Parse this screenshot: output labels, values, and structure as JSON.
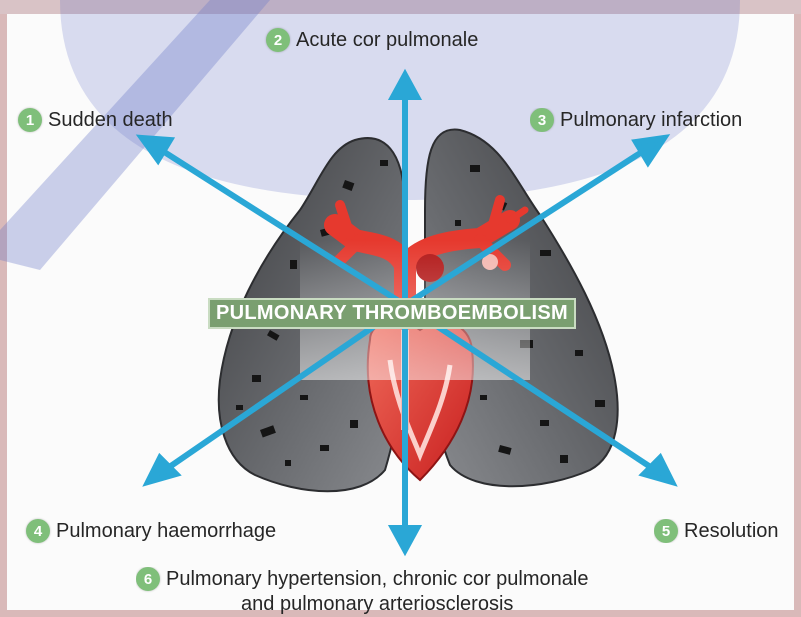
{
  "center_title": "PULMONARY THROMBOEMBOLISM",
  "outcomes": [
    {
      "number": "1",
      "label": "Sudden death"
    },
    {
      "number": "2",
      "label": "Acute cor pulmonale"
    },
    {
      "number": "3",
      "label": "Pulmonary infarction"
    },
    {
      "number": "4",
      "label": "Pulmonary haemorrhage"
    },
    {
      "number": "5",
      "label": "Resolution"
    },
    {
      "number": "6",
      "label_line1": "Pulmonary hypertension, chronic cor pulmonale",
      "label_line2": "and pulmonary arteriosclerosis"
    }
  ],
  "colors": {
    "badge": "#7fbf7a",
    "arrow": "#2aa7d6",
    "lung": "#55575a",
    "heart": "#e43a32",
    "watermark": "#3a4fb0",
    "border": "#d9b9b9"
  }
}
